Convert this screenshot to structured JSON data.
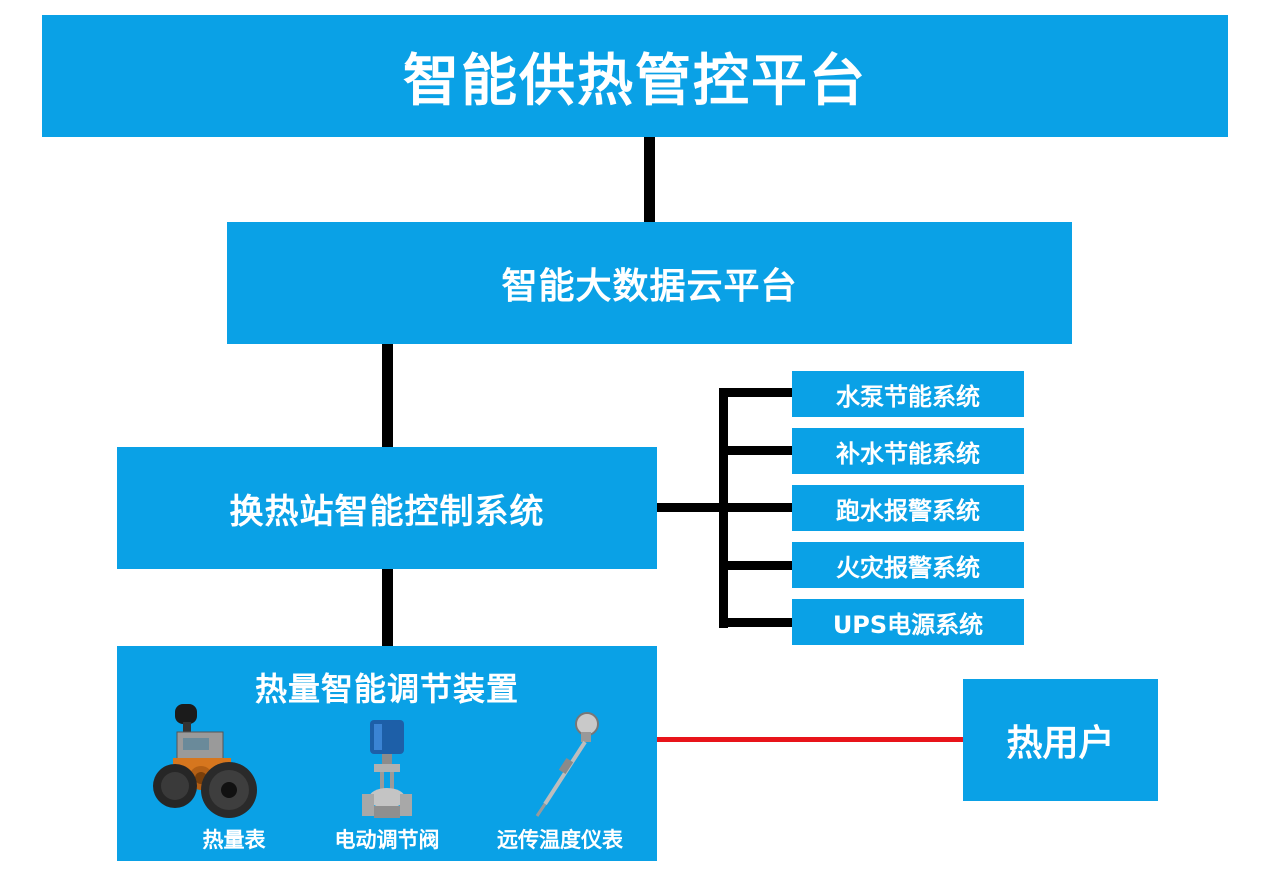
{
  "diagram": {
    "top_platform": "智能供热管控平台",
    "cloud_platform": "智能大数据云平台",
    "station_control": "换热站智能控制系统",
    "subsystems": [
      "水泵节能系统",
      "补水节能系统",
      "跑水报警系统",
      "火灾报警系统",
      "UPS电源系统"
    ],
    "device_group": {
      "title": "热量智能调节装置",
      "devices": [
        {
          "label": "热量表",
          "icon": "heat-meter-icon"
        },
        {
          "label": "电动调节阀",
          "icon": "electric-valve-icon"
        },
        {
          "label": "远传温度仪表",
          "icon": "temperature-sensor-icon"
        }
      ]
    },
    "heat_user": "热用户",
    "colors": {
      "box": "#0aa1e6",
      "connector": "#000000",
      "supply_line": "#e8141a",
      "text": "#ffffff"
    }
  }
}
